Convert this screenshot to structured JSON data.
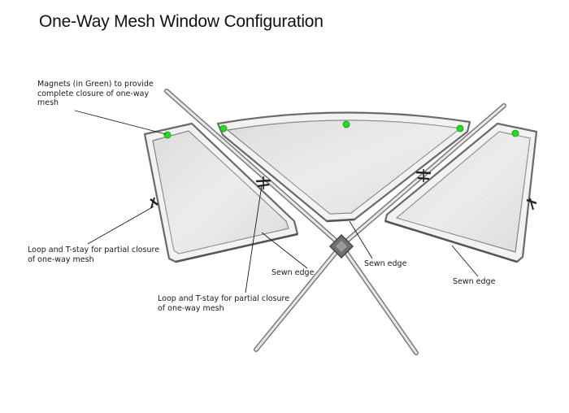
{
  "title": "One-Way Mesh Window Configuration",
  "callouts": {
    "magnets": "Magnets (in Green) to provide\ncomplete closure of one-way\nmesh",
    "loop_left": "Loop and T-stay for partial closure\nof one-way mesh",
    "loop_center": "Loop and T-stay for partial closure\nof one-way mesh",
    "sewn_center": "Sewn edge",
    "sewn_middle": "Sewn edge",
    "sewn_right": "Sewn edge"
  },
  "colors": {
    "magnet": "#22dd22",
    "frame": "#6f6f6f",
    "mesh": "#dcdcdc",
    "hub": "#707070"
  }
}
